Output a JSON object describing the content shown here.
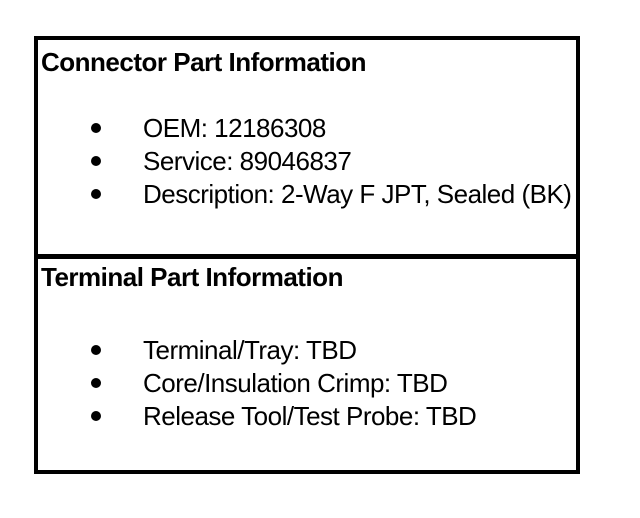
{
  "colors": {
    "border": "#000000",
    "text": "#000000",
    "background": "#ffffff"
  },
  "sections": [
    {
      "title": "Connector Part Information",
      "items": [
        "OEM: 12186308",
        "Service: 89046837",
        "Description: 2-Way F JPT, Sealed (BK)"
      ]
    },
    {
      "title": "Terminal Part Information",
      "items": [
        "Terminal/Tray: TBD",
        "Core/Insulation Crimp: TBD",
        "Release Tool/Test Probe: TBD"
      ]
    }
  ]
}
